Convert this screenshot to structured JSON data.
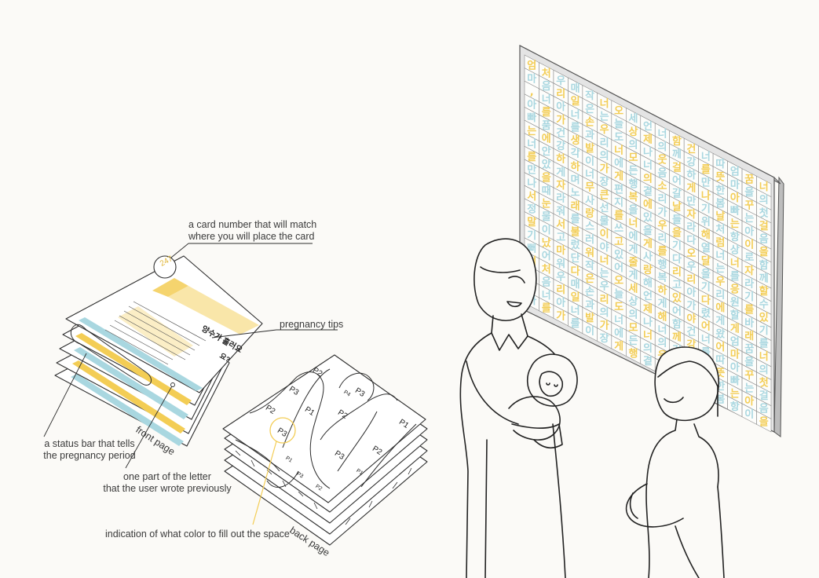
{
  "annotations": {
    "card_number": [
      "a card number that will match",
      "where you will place the card"
    ],
    "pregnancy_tips": "pregnancy tips",
    "status_bar": [
      "a status bar that tells",
      "the pregnancy period"
    ],
    "letter_part": [
      "one part of the letter",
      "that the user wrote previously"
    ],
    "color_indication": "indication of what color to fill out the space",
    "front_page": "front page",
    "back_page": "back page"
  },
  "card": {
    "number": "247",
    "title": "양수가 흘러요",
    "next_title": "요?"
  },
  "back_regions": [
    "P2",
    "P3",
    "P3",
    "P2",
    "P1",
    "P2",
    "P1",
    "P3",
    "P3",
    "P2",
    "P1",
    "P2",
    "P3",
    "P4",
    "P1"
  ],
  "board": {
    "columns": [
      "엄마, 아빠는 너를 만나서 정말 기뻐",
      "처음 너를 품에 안았을 때 눈물이 났어",
      "우리 아가 건강하게 자라줘서 고마워",
      "매일 너를 생각하며 노래를 불렀단다",
      "작은 손과 발이 너무 사랑스러워",
      "너는 우리의 가장 큰 선물이야",
      "오늘도 너에게 편지를 쓰고 있어",
      "세상의 모든 행복을 너에게 줄게",
      "언제나 너의 곁에 있을게 사랑해",
      "너의 웃음소리가 우리를 행복하게 해",
      "함께 걸어갈 날들을 기다리고 있어",
      "건강하게만 자라다오 우리 아가야",
      "너를 만나기 위해 열 달을 기다렸어",
      "따뜻한 봄날처럼 너는 우리에게 왔어",
      "엄마 아빠는 항상 너를 응원할게",
      "꿈을 꾸는 아이로 자라기를 바래",
      "너의 첫 걸음을 함께 할 수 있기를"
    ],
    "colors": {
      "yellow": "#f3cd55",
      "blue": "#a9d7e0",
      "frame": "#d9d9d9"
    }
  }
}
